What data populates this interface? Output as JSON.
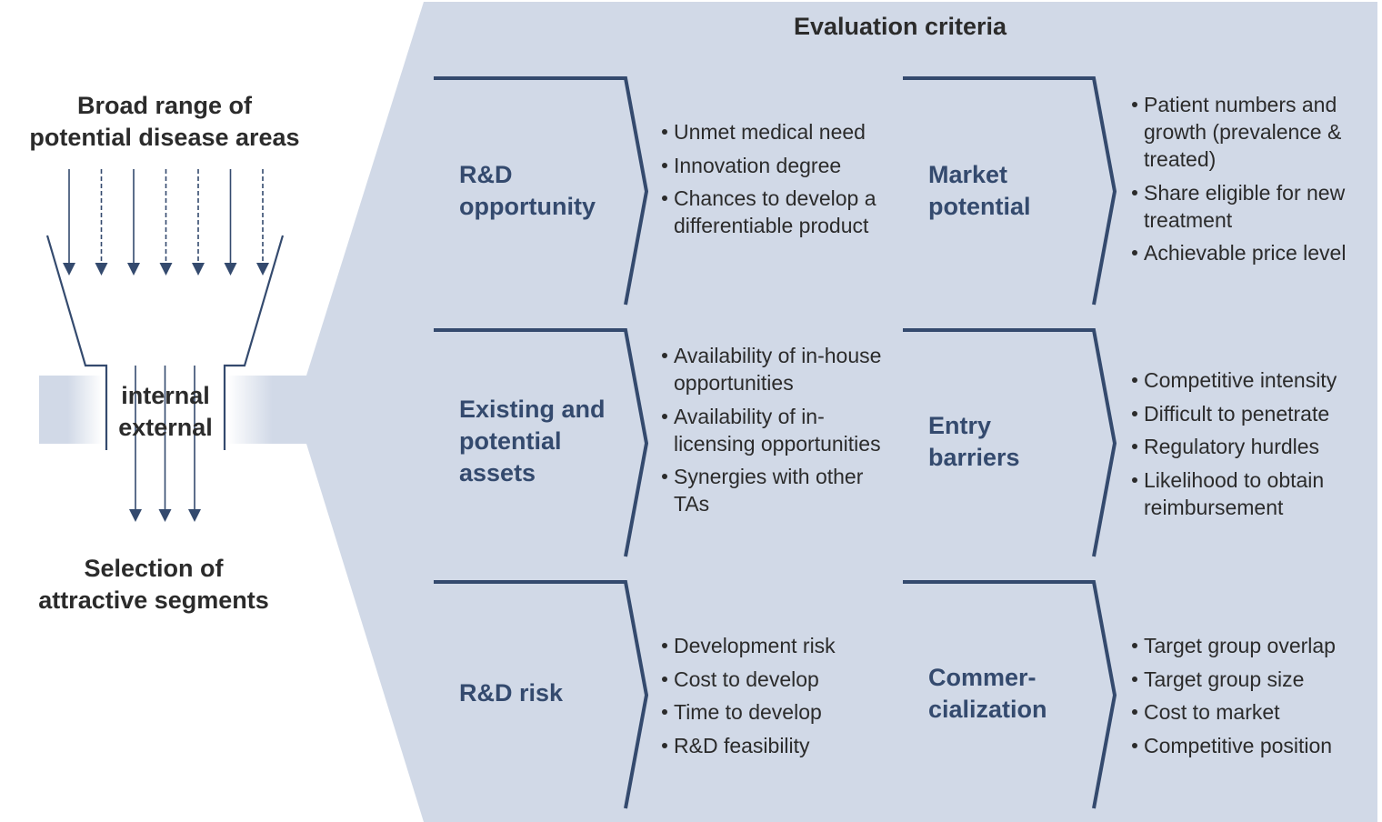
{
  "colors": {
    "panel": "#d1d9e7",
    "accent": "#344a6e",
    "text": "#2b2b2b"
  },
  "funnel": {
    "top_title": "Broad range of\npotential disease areas",
    "inputs": [
      {
        "style": "solid"
      },
      {
        "style": "dashed"
      },
      {
        "style": "solid"
      },
      {
        "style": "dashed"
      },
      {
        "style": "dashed"
      },
      {
        "style": "solid"
      },
      {
        "style": "dashed"
      }
    ],
    "filter_labels": [
      "internal",
      "external"
    ],
    "outputs_count": 3,
    "bottom_title": "Selection of\nattractive segments"
  },
  "evaluation": {
    "title": "Evaluation criteria",
    "criteria": [
      {
        "title": "R&D\nopportunity",
        "bullets": [
          "Unmet medical need",
          "Innovation degree",
          "Chances to develop a differentiable product"
        ]
      },
      {
        "title": "Market\npotential",
        "bullets": [
          "Patient numbers and growth (prevalence & treated)",
          "Share eligible for new treatment",
          "Achievable price level"
        ]
      },
      {
        "title": "Existing and\npotential\nassets",
        "bullets": [
          "Availability of in-house opportunities",
          "Availability of in-licensing opportunities",
          "Synergies with other TAs"
        ]
      },
      {
        "title": "Entry\nbarriers",
        "bullets": [
          "Competitive intensity",
          "Difficult to penetrate",
          "Regulatory hurdles",
          "Likelihood to obtain reimbursement"
        ]
      },
      {
        "title": "R&D risk",
        "bullets": [
          "Development risk",
          "Cost to develop",
          "Time to develop",
          "R&D feasibility"
        ]
      },
      {
        "title": "Commer-\ncialization",
        "bullets": [
          "Target group overlap",
          "Target group size",
          "Cost to market",
          "Competitive position"
        ]
      }
    ]
  }
}
